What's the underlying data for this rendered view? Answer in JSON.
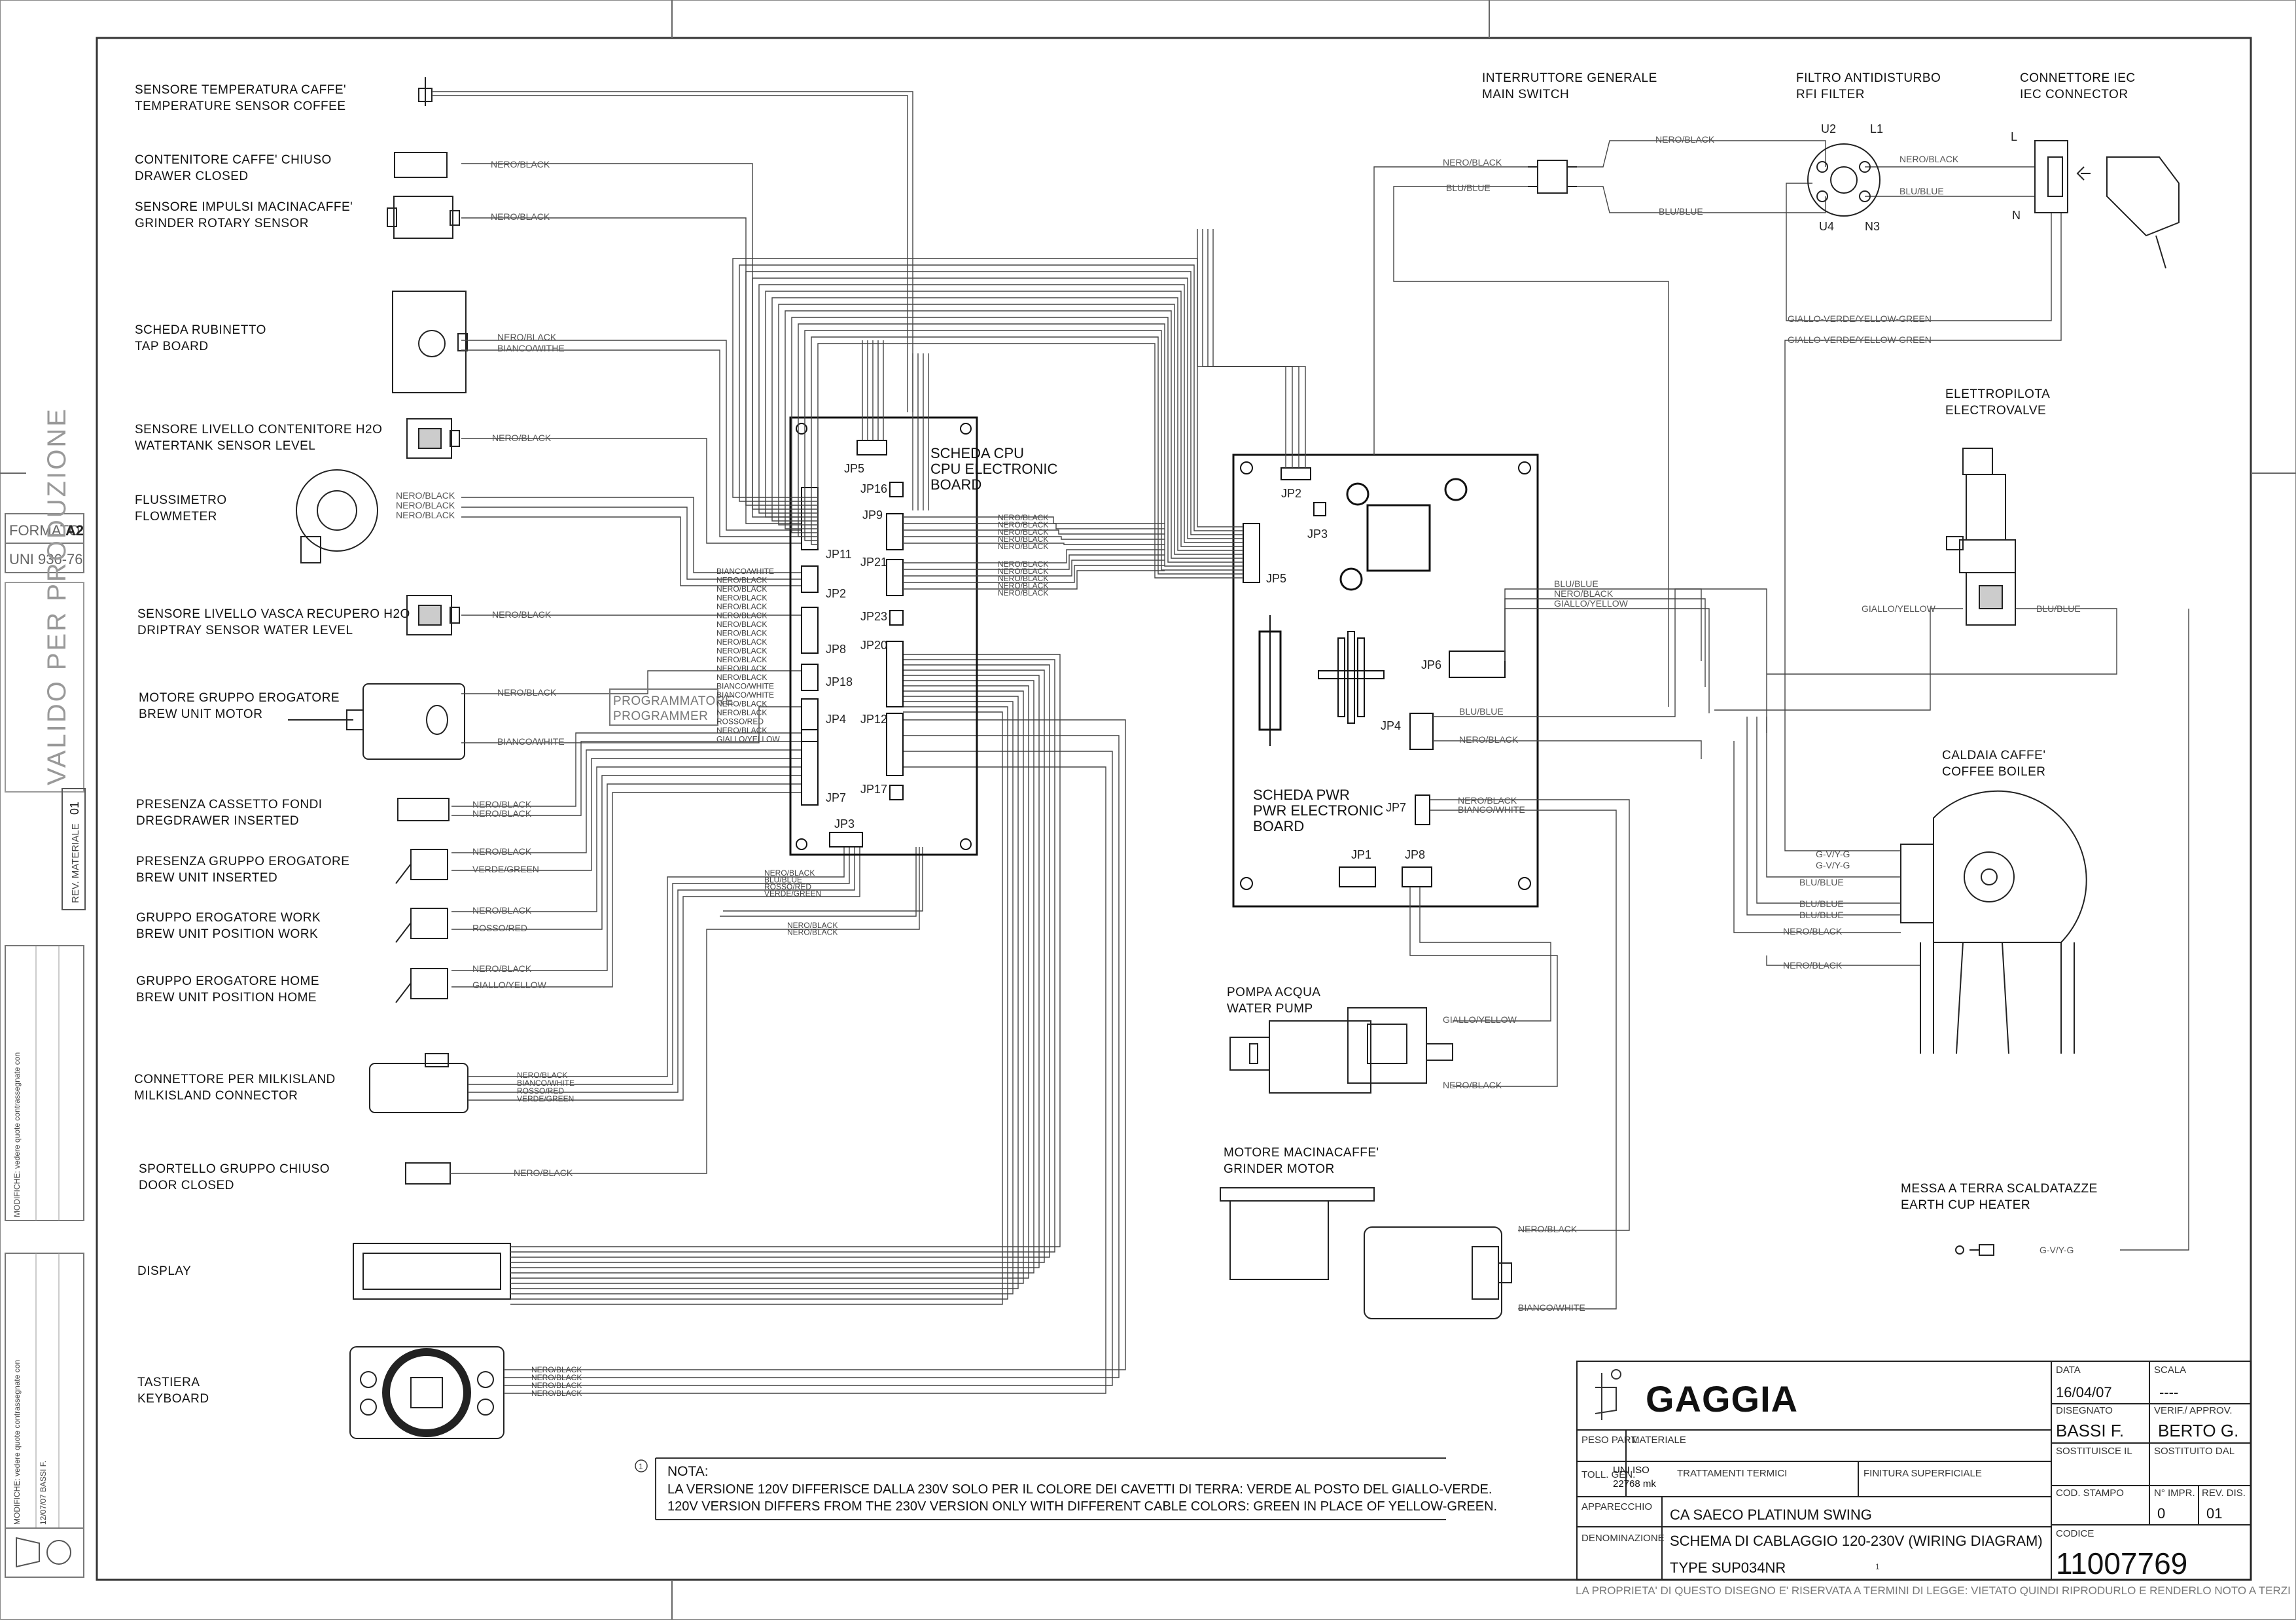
{
  "left_strip": {
    "formato_label": "FORMATO",
    "formato_value": "A2",
    "uni": "UNI 936-76",
    "stamp": "VALIDO PER PRODUZIONE",
    "rev_label": "REV. MATERIALE",
    "rev_value": "01",
    "mod1": "MODIFICHE: vedere quote contrassegnate con",
    "mod2": "MODIFICHE: vedere quote contrassegnate con",
    "mod2_date": "12/07/07 BASSI F."
  },
  "components_left": [
    {
      "id": "coffee-temp-sensor",
      "l1": "SENSORE TEMPERATURA CAFFE'",
      "l2": "TEMPERATURE SENSOR COFFEE",
      "wires": []
    },
    {
      "id": "drawer-closed",
      "l1": "CONTENITORE CAFFE' CHIUSO",
      "l2": "DRAWER CLOSED",
      "wires": [
        "NERO/BLACK"
      ]
    },
    {
      "id": "grinder-rotary-sensor",
      "l1": "SENSORE IMPULSI MACINACAFFE'",
      "l2": "GRINDER ROTARY SENSOR",
      "wires": [
        "NERO/BLACK"
      ]
    },
    {
      "id": "tap-board",
      "l1": "SCHEDA RUBINETTO",
      "l2": "TAP BOARD",
      "wires": [
        "NERO/BLACK",
        "BIANCO/WITHE"
      ]
    },
    {
      "id": "watertank-sensor",
      "l1": "SENSORE LIVELLO CONTENITORE H2O",
      "l2": "WATERTANK SENSOR LEVEL",
      "wires": [
        "NERO/BLACK"
      ]
    },
    {
      "id": "flowmeter",
      "l1": "FLUSSIMETRO",
      "l2": "FLOWMETER",
      "wires": [
        "NERO/BLACK",
        "NERO/BLACK",
        "NERO/BLACK"
      ]
    },
    {
      "id": "driptray-sensor",
      "l1": "SENSORE LIVELLO VASCA RECUPERO H2O",
      "l2": "DRIPTRAY SENSOR WATER LEVEL",
      "wires": [
        "NERO/BLACK"
      ]
    },
    {
      "id": "brew-unit-motor",
      "l1": "MOTORE GRUPPO EROGATORE",
      "l2": "BREW UNIT MOTOR",
      "wires": [
        "NERO/BLACK",
        "BIANCO/WHITE"
      ]
    },
    {
      "id": "dregdrawer",
      "l1": "PRESENZA CASSETTO FONDI",
      "l2": "DREGDRAWER INSERTED",
      "wires": [
        "NERO/BLACK",
        "NERO/BLACK"
      ]
    },
    {
      "id": "brew-unit-inserted",
      "l1": "PRESENZA GRUPPO EROGATORE",
      "l2": "BREW UNIT INSERTED",
      "wires": [
        "NERO/BLACK",
        "VERDE/GREEN"
      ]
    },
    {
      "id": "brew-unit-work",
      "l1": "GRUPPO EROGATORE WORK",
      "l2": "BREW UNIT POSITION WORK",
      "wires": [
        "NERO/BLACK",
        "ROSSO/RED"
      ]
    },
    {
      "id": "brew-unit-home",
      "l1": "GRUPPO EROGATORE HOME",
      "l2": "BREW UNIT POSITION HOME",
      "wires": [
        "NERO/BLACK",
        "GIALLO/YELLOW"
      ]
    },
    {
      "id": "milkisland",
      "l1": "CONNETTORE PER MILKISLAND",
      "l2": "MILKISLAND CONNECTOR",
      "wires": [
        "NERO/BLACK",
        "BIANCO/WHITE",
        "ROSSO/RED",
        "VERDE/GREEN"
      ]
    },
    {
      "id": "door-closed",
      "l1": "SPORTELLO GRUPPO CHIUSO",
      "l2": "DOOR CLOSED",
      "wires": [
        "NERO/BLACK"
      ]
    },
    {
      "id": "display",
      "l1": "DISPLAY",
      "l2": "",
      "wires": []
    },
    {
      "id": "keyboard",
      "l1": "TASTIERA",
      "l2": "KEYBOARD",
      "wires": [
        "NERO/BLACK",
        "NERO/BLACK",
        "NERO/BLACK",
        "NERO/BLACK"
      ]
    }
  ],
  "cpu": {
    "title1": "SCHEDA CPU",
    "title2": "CPU ELECTRONIC",
    "title3": "BOARD",
    "programmer1": "PROGRAMMATORE",
    "programmer2": "PROGRAMMER",
    "jp": [
      "JP5",
      "JP16",
      "JP9",
      "JP11",
      "JP21",
      "JP2",
      "JP23",
      "JP8",
      "JP20",
      "JP18",
      "JP4",
      "JP12",
      "JP7",
      "JP17",
      "JP3"
    ],
    "wire_in": [
      "BIANCO/WHITE",
      "NERO/BLACK",
      "NERO/BLACK",
      "NERO/BLACK",
      "NERO/BLACK",
      "NERO/BLACK",
      "NERO/BLACK",
      "NERO/BLACK",
      "NERO/BLACK",
      "NERO/BLACK",
      "NERO/BLACK",
      "NERO/BLACK",
      "NERO/BLACK",
      "BIANCO/WHITE",
      "BIANCO/WHITE",
      "NERO/BLACK",
      "NERO/BLACK",
      "ROSSO/RED",
      "NERO/BLACK",
      "GIALLO/YELLOW"
    ],
    "wire_jp9": [
      "NERO/BLACK",
      "NERO/BLACK",
      "NERO/BLACK",
      "NERO/BLACK",
      "NERO/BLACK"
    ],
    "wire_jp21": [
      "NERO/BLACK",
      "NERO/BLACK",
      "NERO/BLACK",
      "NERO/BLACK",
      "NERO/BLACK"
    ],
    "wire_jp3": [
      "NERO/BLACK",
      "BLU/BLUE",
      "ROSSO/RED",
      "VERDE/GREEN"
    ],
    "wire_jp3b": [
      "NERO/BLACK",
      "NERO/BLACK"
    ]
  },
  "pwr": {
    "title1": "SCHEDA PWR",
    "title2": "PWR ELECTRONIC",
    "title3": "BOARD",
    "jp": [
      "JP2",
      "JP3",
      "JP5",
      "JP6",
      "JP4",
      "JP7",
      "JP1",
      "JP8"
    ],
    "jp6_wires": [
      "BLU/BLUE",
      "NERO/BLACK",
      "GIALLO/YELLOW"
    ],
    "jp4_wires": [
      "BLU/BLUE",
      "NERO/BLACK"
    ],
    "jp7_wires": [
      "NERO/BLACK",
      "BIANCO/WHITE"
    ]
  },
  "components_right": {
    "main_switch": {
      "l1": "INTERRUTTORE GENERALE",
      "l2": "MAIN SWITCH",
      "wires": [
        "NERO/BLACK",
        "BLU/BLUE",
        "NERO/BLACK",
        "BLU/BLUE"
      ]
    },
    "rfi": {
      "l1": "FILTRO ANTIDISTURBO",
      "l2": "RFI FILTER",
      "pins": [
        "U2",
        "L1",
        "U4",
        "N3"
      ],
      "wires": [
        "NERO/BLACK",
        "BLU/BLUE"
      ]
    },
    "iec": {
      "l1": "CONNETTORE IEC",
      "l2": "IEC CONNECTOR",
      "pins": [
        "L",
        "N"
      ]
    },
    "earth_wires": [
      "GIALLO-VERDE/YELLOW-GREEN",
      "GIALLO-VERDE/YELLOW-GREEN"
    ],
    "valve": {
      "l1": "ELETTROPILOTA",
      "l2": "ELECTROVALVE",
      "wires": [
        "GIALLO/YELLOW",
        "BLU/BLUE"
      ]
    },
    "boiler": {
      "l1": "CALDAIA CAFFE'",
      "l2": "COFFEE BOILER",
      "wires": [
        "G-V/Y-G",
        "G-V/Y-G",
        "BLU/BLUE",
        "BLU/BLUE",
        "BLU/BLUE",
        "NERO/BLACK",
        "NERO/BLACK"
      ]
    },
    "pump": {
      "l1": "POMPA ACQUA",
      "l2": "WATER PUMP",
      "wires": [
        "GIALLO/YELLOW",
        "NERO/BLACK"
      ]
    },
    "grinder": {
      "l1": "MOTORE MACINACAFFE'",
      "l2": "GRINDER MOTOR",
      "wires": [
        "NERO/BLACK",
        "BIANCO/WHITE"
      ]
    },
    "cup_heater": {
      "l1": "MESSA A TERRA SCALDATAZZE",
      "l2": "EARTH CUP HEATER",
      "wire": "G-V/Y-G"
    }
  },
  "note": {
    "marker": "1",
    "title": "NOTA:",
    "it": "LA VERSIONE 120V DIFFERISCE DALLA 230V SOLO PER IL COLORE DEI CAVETTI DI TERRA: VERDE AL POSTO DEL GIALLO-VERDE.",
    "en": "120V VERSION DIFFERS FROM THE 230V VERSION ONLY WITH DIFFERENT CABLE COLORS: GREEN IN PLACE OF YELLOW-GREEN."
  },
  "title_block": {
    "brand": "GAGGIA",
    "data_label": "DATA",
    "data": "16/04/07",
    "scala_label": "SCALA",
    "scala": "----",
    "disegnato_label": "DISEGNATO",
    "disegnato": "BASSI F.",
    "verif_label": "VERIF./ APPROV.",
    "verif": "BERTO G.",
    "sostituisce_label": "SOSTITUISCE IL",
    "sostituito_label": "SOSTITUITO DAL",
    "peso_label": "PESO PART.",
    "materiale_label": "MATERIALE",
    "toll_label": "TOLL. GEN.",
    "toll1": "UNI ISO",
    "toll2": "22768 mk",
    "trattamenti_label": "TRATTAMENTI TERMICI",
    "finitura_label": "FINITURA SUPERFICIALE",
    "cod_stampo_label": "COD. STAMPO",
    "n_impr_label": "N° IMPR.",
    "n_impr": "0",
    "rev_dis_label": "REV. DIS.",
    "rev_dis": "01",
    "apparecchio_label": "APPARECCHIO",
    "apparecchio": "CA SAECO PLATINUM SWING",
    "denominazione_label": "DENOMINAZIONE",
    "denominazione": "SCHEMA DI CABLAGGIO 120-230V (WIRING DIAGRAM)",
    "type": "TYPE SUP034NR",
    "type_marker": "1",
    "codice_label": "CODICE",
    "codice": "11007769",
    "footer": "LA PROPRIETA' DI QUESTO DISEGNO E' RISERVATA A TERMINI DI LEGGE: VIETATO QUINDI RIPRODURLO E RENDERLO NOTO A TERZI"
  }
}
